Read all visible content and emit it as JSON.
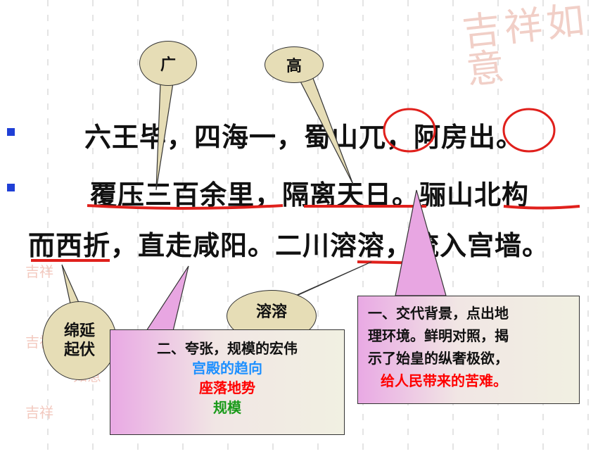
{
  "callouts": {
    "guang": "广",
    "gao": "高",
    "taotao": "溶溶",
    "mianyan_1": "绵延",
    "mianyan_2": "起伏"
  },
  "text_lines": {
    "line1": "六王毕，四海一，蜀山兀，阿房出。",
    "line2": "覆压三百余里，隔离天日。骊山北构",
    "line3": "而西折，直走咸阳。二川溶溶，流入宫墙。"
  },
  "box_left": {
    "title": "二、夸张，规模的宏伟",
    "item1": "宫殿的趋向",
    "item2": "座落地势",
    "item3": "规模",
    "item1_color": "#1e90ff",
    "item2_color": "#ff0000",
    "item3_color": "#1a9a1a"
  },
  "box_right": {
    "line1": "一、交代背景，点出地",
    "line2": "理环境。鲜明对照，揭",
    "line3": "示了始皇的纵奢极欲，",
    "line4": "给人民带来的苦难。",
    "line4_color": "#ff0000"
  },
  "colors": {
    "underline": "#e0201c",
    "bullet": "#1f3fd6",
    "callout_fill": "#e6ddb6"
  }
}
